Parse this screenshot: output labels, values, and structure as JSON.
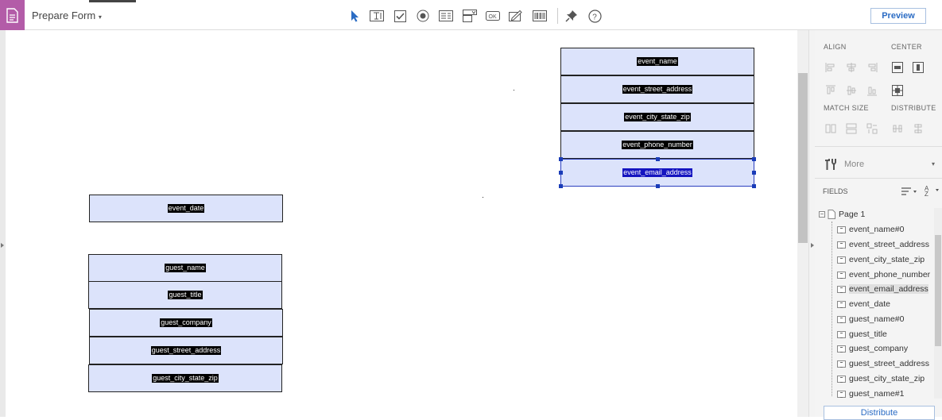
{
  "toolbar": {
    "title": "Prepare Form",
    "preview_label": "Preview",
    "tools": [
      "select-cursor-icon",
      "text-field-icon",
      "checkbox-icon",
      "radio-button-icon",
      "list-box-icon",
      "dropdown-icon",
      "button-icon",
      "signature-icon",
      "barcode-icon",
      "pin-icon",
      "help-icon"
    ],
    "accent_color": "#b35ca8"
  },
  "canvas": {
    "fields": [
      {
        "name": "event_name"
      },
      {
        "name": "event_street_address"
      },
      {
        "name": "event_city_state_zip"
      },
      {
        "name": "event_phone_number"
      },
      {
        "name": "event_email_address",
        "selected": true
      },
      {
        "name": "event_date"
      },
      {
        "name": "guest_name"
      },
      {
        "name": "guest_title"
      },
      {
        "name": "guest_company"
      },
      {
        "name": "guest_street_address"
      },
      {
        "name": "guest_city_state_zip"
      }
    ]
  },
  "panel": {
    "align_label": "ALIGN",
    "center_label": "CENTER",
    "match_size_label": "MATCH SIZE",
    "distribute_label": "DISTRIBUTE",
    "more_label": "More",
    "fields_label": "FIELDS",
    "tree_root": "Page 1",
    "tree_items": [
      "event_name#0",
      "event_street_address",
      "event_city_state_zip",
      "event_phone_number",
      "event_email_address",
      "event_date",
      "guest_name#0",
      "guest_title",
      "guest_company",
      "guest_street_address",
      "guest_city_state_zip",
      "guest_name#1"
    ],
    "selected_item": "event_email_address",
    "distribute_button": "Distribute"
  }
}
